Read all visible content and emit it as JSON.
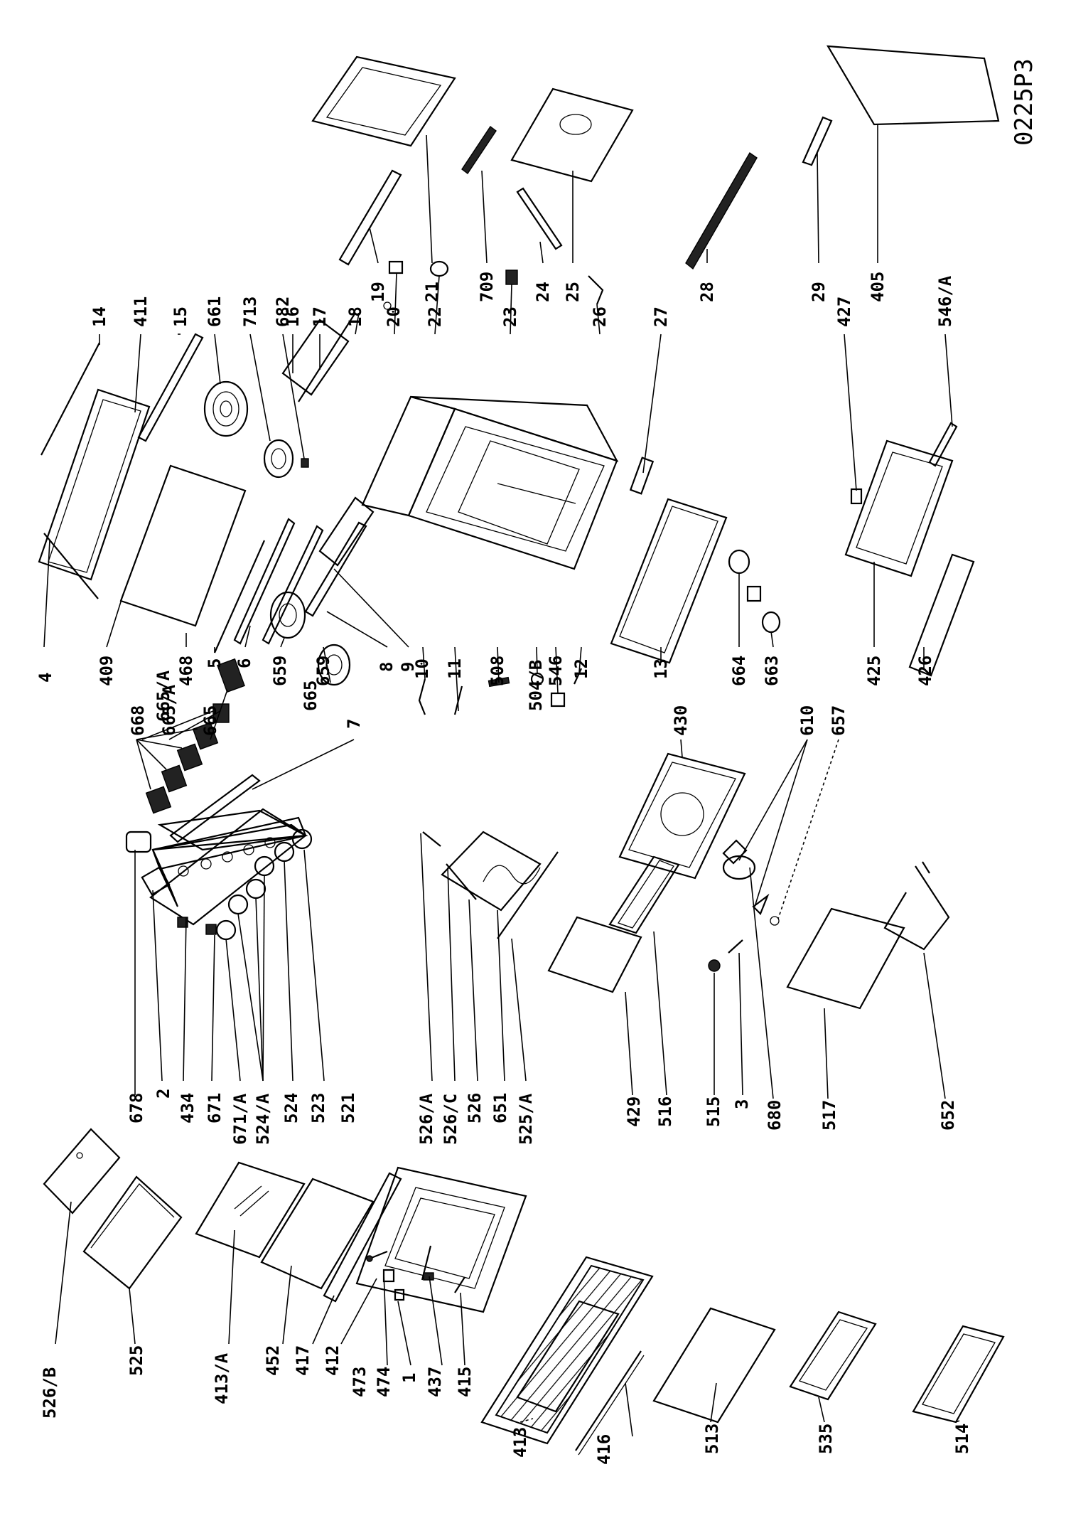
{
  "drawing_code": "0225P3",
  "labels": {
    "l526B": "526/B",
    "l525": "525",
    "l413A": "413/A",
    "l452": "452",
    "l417": "417",
    "l412": "412",
    "l473": "473",
    "l474": "474",
    "l1": "1",
    "l437": "437",
    "l415": "415",
    "l413": "413",
    "l416": "416",
    "l513": "513",
    "l535": "535",
    "l514": "514",
    "l678": "678",
    "l2": "2",
    "l434": "434",
    "l671": "671",
    "l671A": "671/A",
    "l524A": "524/A",
    "l524": "524",
    "l523": "523",
    "l521": "521",
    "l526A": "526/A",
    "l526C": "526/C",
    "l526": "526",
    "l651": "651",
    "l525A": "525/A",
    "l429": "429",
    "l516": "516",
    "l515": "515",
    "l3": "3",
    "l680": "680",
    "l517": "517",
    "l652": "652",
    "l668": "668",
    "l665A": "665/A",
    "l665": "665",
    "l7": "7",
    "l430": "430",
    "l610": "610",
    "l657": "657",
    "l4": "4",
    "l409": "409",
    "l468": "468",
    "l5": "5",
    "l6": "6",
    "l659a": "659",
    "l659b": "659",
    "l8": "8",
    "l9": "9",
    "l10": "10",
    "l11": "11",
    "l508": "508",
    "l504B": "504/B",
    "l546": "546",
    "l12": "12",
    "l13": "13",
    "l664": "664",
    "l663": "663",
    "l425": "425",
    "l426": "426",
    "l14": "14",
    "l411": "411",
    "l15": "15",
    "l661": "661",
    "l713": "713",
    "l682": "682",
    "l16": "16",
    "l17": "17",
    "l18": "18",
    "l20": "20",
    "l22": "22",
    "l23": "23",
    "l26": "26",
    "l27": "27",
    "l427": "427",
    "l546A": "546/A",
    "l19": "19",
    "l21": "21",
    "l709": "709",
    "l24": "24",
    "l25": "25",
    "l28": "28",
    "l29": "29",
    "l405": "405"
  }
}
